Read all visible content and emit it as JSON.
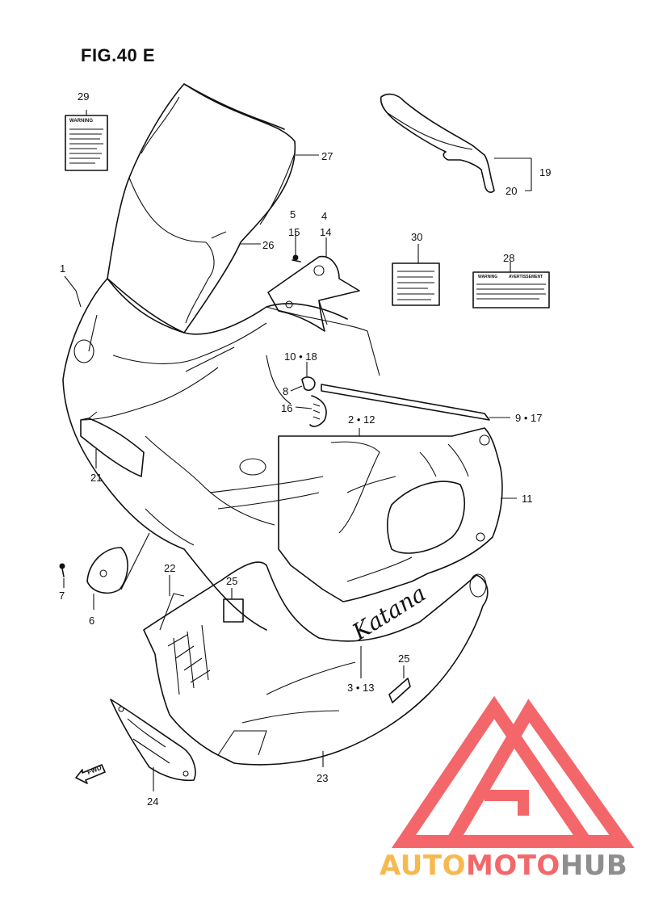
{
  "figure": {
    "title": "FIG.40 E"
  },
  "callouts": [
    {
      "id": "c1",
      "text": "1"
    },
    {
      "id": "c2",
      "text": "2 • 12"
    },
    {
      "id": "c3",
      "text": "3 • 13"
    },
    {
      "id": "c4",
      "text": "4"
    },
    {
      "id": "c5",
      "text": "5"
    },
    {
      "id": "c6",
      "text": "6"
    },
    {
      "id": "c7",
      "text": "7"
    },
    {
      "id": "c8",
      "text": "8"
    },
    {
      "id": "c9",
      "text": "9 • 17"
    },
    {
      "id": "c10",
      "text": "10 • 18"
    },
    {
      "id": "c11",
      "text": "11"
    },
    {
      "id": "c14",
      "text": "14"
    },
    {
      "id": "c15",
      "text": "15"
    },
    {
      "id": "c16",
      "text": "16"
    },
    {
      "id": "c19",
      "text": "19"
    },
    {
      "id": "c20",
      "text": "20"
    },
    {
      "id": "c21",
      "text": "21"
    },
    {
      "id": "c22",
      "text": "22"
    },
    {
      "id": "c23",
      "text": "23"
    },
    {
      "id": "c24",
      "text": "24"
    },
    {
      "id": "c25a",
      "text": "25"
    },
    {
      "id": "c25b",
      "text": "25"
    },
    {
      "id": "c26",
      "text": "26"
    },
    {
      "id": "c27",
      "text": "27"
    },
    {
      "id": "c28",
      "text": "28"
    },
    {
      "id": "c29",
      "text": "29"
    },
    {
      "id": "c30",
      "text": "30"
    }
  ],
  "labels": {
    "warning_29": "WARNING",
    "warning_28": "WARNING",
    "avertissement_28": "AVERTISSEMENT",
    "fwd": "FWD",
    "katana": "Katana"
  },
  "watermark": {
    "part1": "AUTO",
    "part2": "MOTO",
    "part3": "HUB"
  },
  "colors": {
    "line": "#111111",
    "logo_red": "#f3676a",
    "logo_orange": "#f7b94f",
    "logo_gray": "#8e8e8e"
  }
}
